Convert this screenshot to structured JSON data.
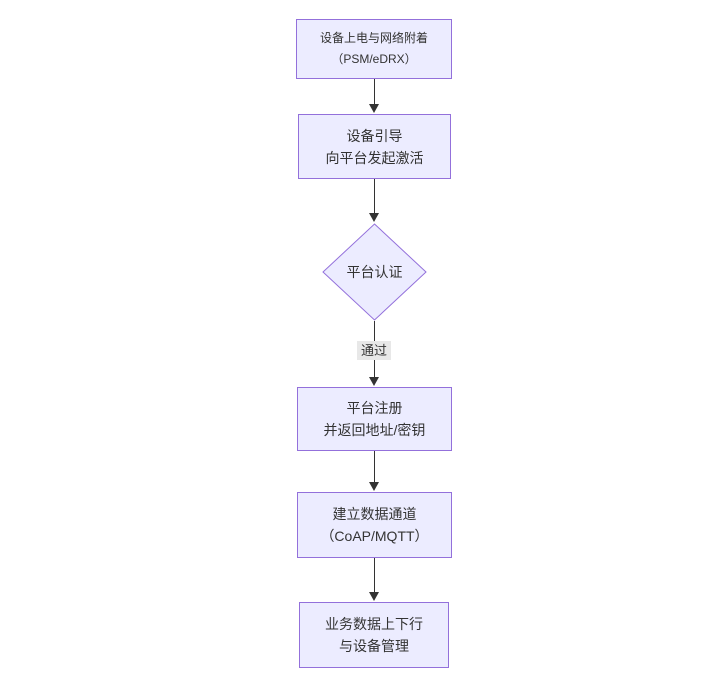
{
  "diagram": {
    "type": "flowchart",
    "direction": "top-down",
    "colors": {
      "background": "#ffffff",
      "node_fill": "#ececff",
      "node_border": "#9370db",
      "arrow_color": "#333333",
      "text_color": "#333333",
      "edge_label_bg": "#e8e8e8"
    },
    "nodes": [
      {
        "id": "power-attach",
        "shape": "rect",
        "line1": "设备上电与网络附着",
        "line2": "（PSM/eDRX）"
      },
      {
        "id": "bootstrap",
        "shape": "rect",
        "line1": "设备引导",
        "line2": "向平台发起激活"
      },
      {
        "id": "platform-auth",
        "shape": "diamond",
        "line1": "平台认证"
      },
      {
        "id": "platform-register",
        "shape": "rect",
        "line1": "平台注册",
        "line2": "并返回地址/密钥"
      },
      {
        "id": "data-channel",
        "shape": "rect",
        "line1": "建立数据通道",
        "line2": "（CoAP/MQTT）"
      },
      {
        "id": "business-data",
        "shape": "rect",
        "line1": "业务数据上下行",
        "line2": "与设备管理"
      }
    ],
    "edges": [
      {
        "from": "power-attach",
        "to": "bootstrap",
        "label": ""
      },
      {
        "from": "bootstrap",
        "to": "platform-auth",
        "label": ""
      },
      {
        "from": "platform-auth",
        "to": "platform-register",
        "label": "通过"
      },
      {
        "from": "platform-register",
        "to": "data-channel",
        "label": ""
      },
      {
        "from": "data-channel",
        "to": "business-data",
        "label": ""
      }
    ]
  }
}
